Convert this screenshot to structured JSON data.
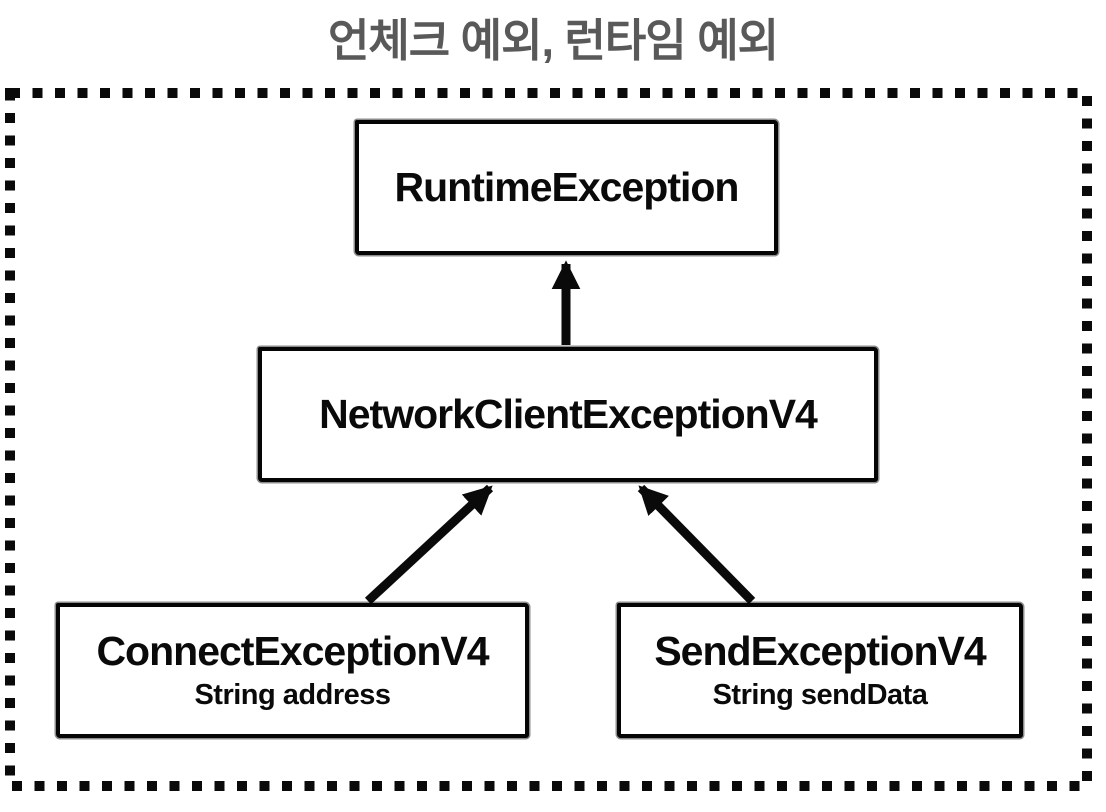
{
  "title": "언체크 예외, 런타임 예외",
  "colors": {
    "title_text": "#595959",
    "node_border": "#050505",
    "node_background": "#ffffff",
    "arrow": "#0a0a0a",
    "outer_frame": "#0a0a0a"
  },
  "diagram": {
    "type": "class-hierarchy",
    "frame_style": "dotted",
    "nodes": [
      {
        "id": "runtime",
        "label": "RuntimeException"
      },
      {
        "id": "network",
        "label": "NetworkClientExceptionV4"
      },
      {
        "id": "connect",
        "label": "ConnectExceptionV4",
        "field": "String address"
      },
      {
        "id": "send",
        "label": "SendExceptionV4",
        "field": "String sendData"
      }
    ],
    "edges": [
      {
        "from": "NetworkClientExceptionV4",
        "to": "RuntimeException",
        "type": "inheritance-arrow"
      },
      {
        "from": "ConnectExceptionV4",
        "to": "NetworkClientExceptionV4",
        "type": "inheritance-arrow"
      },
      {
        "from": "SendExceptionV4",
        "to": "NetworkClientExceptionV4",
        "type": "inheritance-arrow"
      }
    ]
  }
}
